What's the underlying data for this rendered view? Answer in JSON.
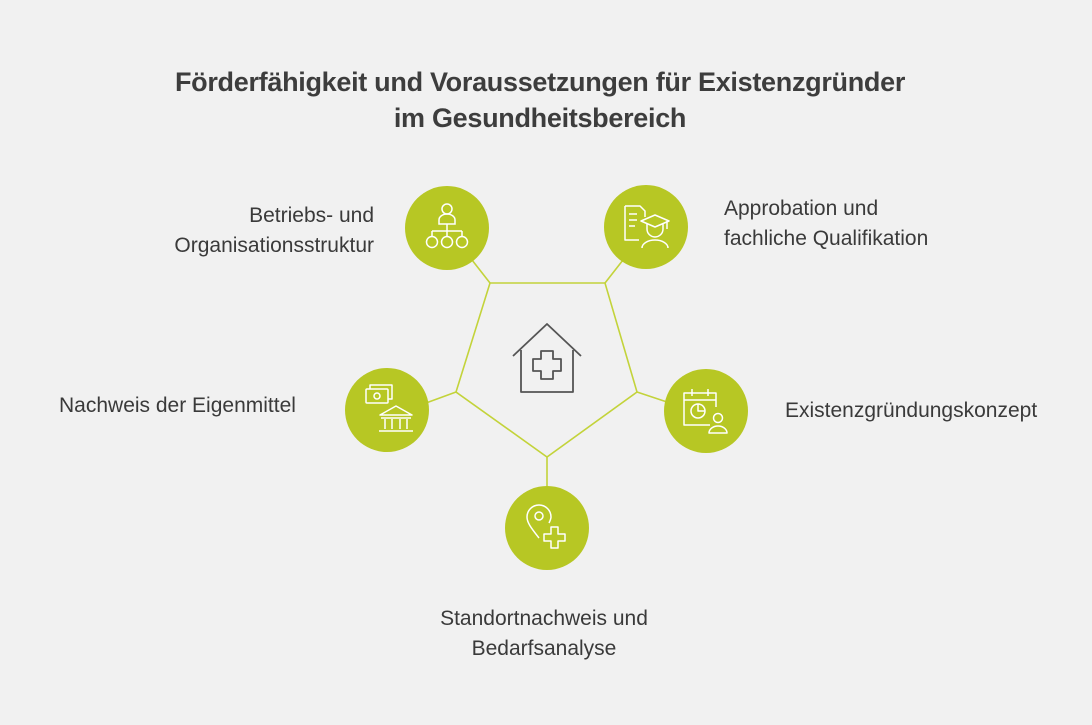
{
  "title": {
    "line1": "Förderfähigkeit und Voraussetzungen für Existenzgründer",
    "line2": "im Gesundheitsbereich"
  },
  "center": {
    "icon": "medical-house-icon"
  },
  "nodes": [
    {
      "id": "betrieb",
      "icon": "org-chart-icon",
      "line1": "Betriebs- und",
      "line2": "Organisationsstruktur"
    },
    {
      "id": "approbation",
      "icon": "certificate-graduate-icon",
      "line1": "Approbation und",
      "line2": "fachliche Qualifikation"
    },
    {
      "id": "eigenmittel",
      "icon": "money-bank-icon",
      "line1": "Nachweis der Eigenmittel"
    },
    {
      "id": "konzept",
      "icon": "calendar-chart-person-icon",
      "line1": "Existenzgründungskonzept"
    },
    {
      "id": "standort",
      "icon": "location-medical-icon",
      "line1": "Standortnachweis und",
      "line2": "Bedarfsanalyse"
    }
  ],
  "colors": {
    "background": "#f1f1f1",
    "node_fill": "#b7c724",
    "line": "#c3d33a",
    "icon_stroke": "#ffffff",
    "center_icon": "#555555",
    "text": "#3a3a3a"
  }
}
